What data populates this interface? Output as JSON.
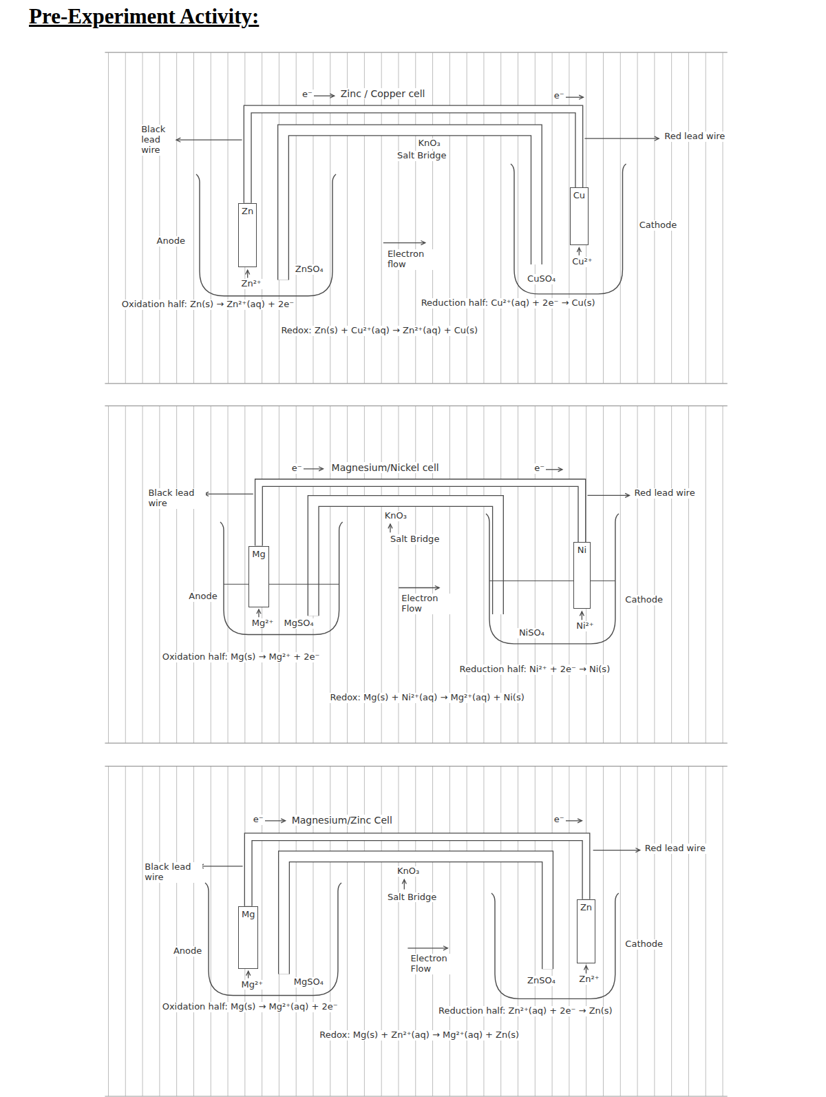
{
  "diagram": {
    "title": "Pre-Experiment Activity:",
    "nodes": [
      {
        "text": [
          "Zinc / Copper cell"
        ]
      },
      {
        "text": [
          "ZnSO₄"
        ],
        "in": 0
      },
      {
        "text": [
          "Zn"
        ],
        "in": 1
      },
      {
        "text": [
          "CuSO₄"
        ],
        "in": 0
      },
      {
        "text": [
          "Cu"
        ],
        "in": 3
      },
      {
        "text": [
          "Magnesium/Nickel cell"
        ]
      },
      {
        "text": [
          "MgSO₄"
        ],
        "in": 5
      },
      {
        "text": [
          "Mg"
        ],
        "in": 6
      },
      {
        "text": [
          "NiSO₄"
        ],
        "in": 5
      },
      {
        "text": [
          "Ni"
        ],
        "in": 8
      },
      {
        "text": [
          "Magnesium/Zinc Cell"
        ]
      },
      {
        "text": [
          "MgSO₄"
        ],
        "in": 10
      },
      {
        "text": [
          "Mg"
        ],
        "in": 11
      },
      {
        "text": [
          "ZnSO₄"
        ],
        "in": 10
      },
      {
        "text": [
          "Zn"
        ],
        "in": 13
      }
    ],
    "edges": [
      {
        "from": 2,
        "to": 4,
        "arrow": "none"
      },
      {
        "from": 1,
        "to": 3,
        "arrow": "none"
      },
      {
        "from": 7,
        "to": 9,
        "arrow": "none"
      },
      {
        "from": 6,
        "to": 8,
        "arrow": "none"
      },
      {
        "from": 12,
        "to": 14,
        "arrow": "none"
      },
      {
        "from": 11,
        "to": 13,
        "arrow": "none"
      }
    ],
    "labels": [
      "e⁻",
      "e⁻",
      "Black lead wire",
      "Red lead wire",
      "KnO₃",
      "Salt Bridge",
      "Anode",
      "Cathode",
      "Zn²⁺",
      "Electron flow",
      "Cu²⁺",
      "Oxidation half: Zn(s) → Zn²⁺(aq) + 2e⁻",
      "Reduction half: Cu²⁺(aq) + 2e⁻ → Cu(s)",
      "Redox: Zn(s) + Cu²⁺(aq) → Zn²⁺(aq) + Cu(s)",
      "e⁻",
      "e⁻",
      "Black lead wire",
      "Red lead wire",
      "KnO₃",
      "Salt Bridge",
      "Anode",
      "Cathode",
      "Mg²⁺",
      "Electron Flow",
      "Ni²⁺",
      "Oxidation half: Mg(s) → Mg²⁺ + 2e⁻",
      "Reduction half: Ni²⁺ + 2e⁻ → Ni(s)",
      "Redox: Mg(s) + Ni²⁺(aq) → Mg²⁺(aq) + Ni(s)",
      "e⁻",
      "e⁻",
      "Black lead wire",
      "Red lead wire",
      "KnO₃",
      "Salt Bridge",
      "Anode",
      "Cathode",
      "Mg²⁺",
      "Electron Flow",
      "Zn²⁺",
      "Oxidation half: Mg(s) → Mg²⁺(aq) + 2e⁻",
      "Reduction half: Zn²⁺(aq) + 2e⁻ → Zn(s)",
      "Redox: Mg(s) + Zn²⁺(aq) → Mg²⁺(aq) + Zn(s)"
    ]
  }
}
